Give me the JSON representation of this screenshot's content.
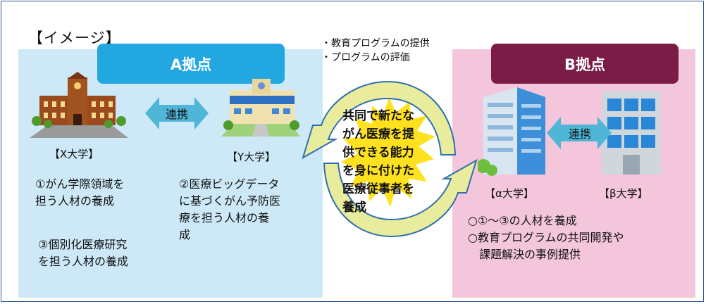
{
  "title": "【イメージ】",
  "site_a": {
    "header": "A拠点",
    "link_label": "連携",
    "univ_x": "【X大学】",
    "univ_y": "【Y大学】",
    "item1": [
      "①がん学際領域を",
      "担う人材の養成"
    ],
    "item2": [
      "②医療ビッグデータ",
      "に基づくがん予防医",
      "療を担う人材の養",
      "成"
    ],
    "item3": [
      "③個別化医療研究",
      "を担う人材の養成"
    ]
  },
  "site_b": {
    "header": "B拠点",
    "link_label": "連携",
    "univ_alpha": "【α大学】",
    "univ_beta": "【β大学】",
    "items": [
      "○①～③の人材を養成",
      "○教育プログラムの共同開発や",
      "　課題解決の事例提供"
    ]
  },
  "exchange_bullets": [
    "・教育プログラムの提供",
    "・プログラムの評価"
  ],
  "center_text": [
    "共同で新たな",
    "がん医療を提",
    "供できる能力",
    "を身に付けた",
    "医療従事者を",
    "養成"
  ],
  "colors": {
    "frame": "#2f5597",
    "panel_a": "#cde9f8",
    "header_a": "#22a7e0",
    "panel_b": "#f4c6dc",
    "header_b": "#7b1c47",
    "arrow_fill": "#e8ec9c",
    "arrow_stroke": "#2f6fb0",
    "starburst": "#ffe11f",
    "link_arrow": "#4fb6d8"
  }
}
